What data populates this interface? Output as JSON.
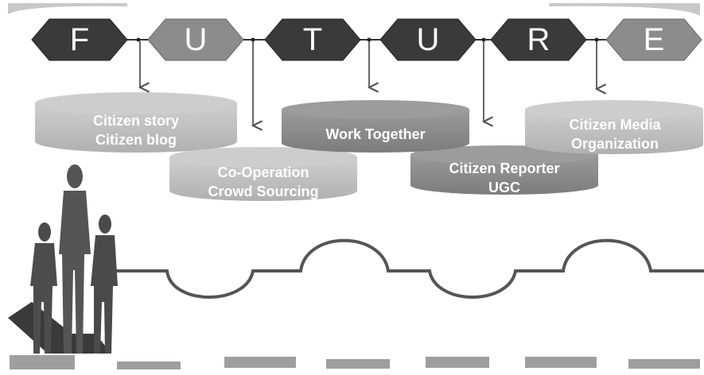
{
  "banner": {
    "letters": [
      "F",
      "U",
      "T",
      "U",
      "R",
      "E"
    ]
  },
  "stages": [
    {
      "line1": "Citizen story",
      "line2": "Citizen blog"
    },
    {
      "line1": "Co-Operation",
      "line2": "Crowd Sourcing"
    },
    {
      "line1": "Work Together",
      "line2": ""
    },
    {
      "line1": "Citizen Reporter",
      "line2": "UGC"
    },
    {
      "line1": "Citizen Media",
      "line2": "Organization"
    }
  ],
  "colors": {
    "dark_diamond": "#3a3a3a",
    "light_diamond": "#8c8c8c",
    "light_cylinder": "#b9b9b9",
    "dark_cylinder": "#8a8a8a",
    "figure": "#4a4a4a",
    "path_line": "#555555",
    "ground": "#9e9e9e"
  }
}
